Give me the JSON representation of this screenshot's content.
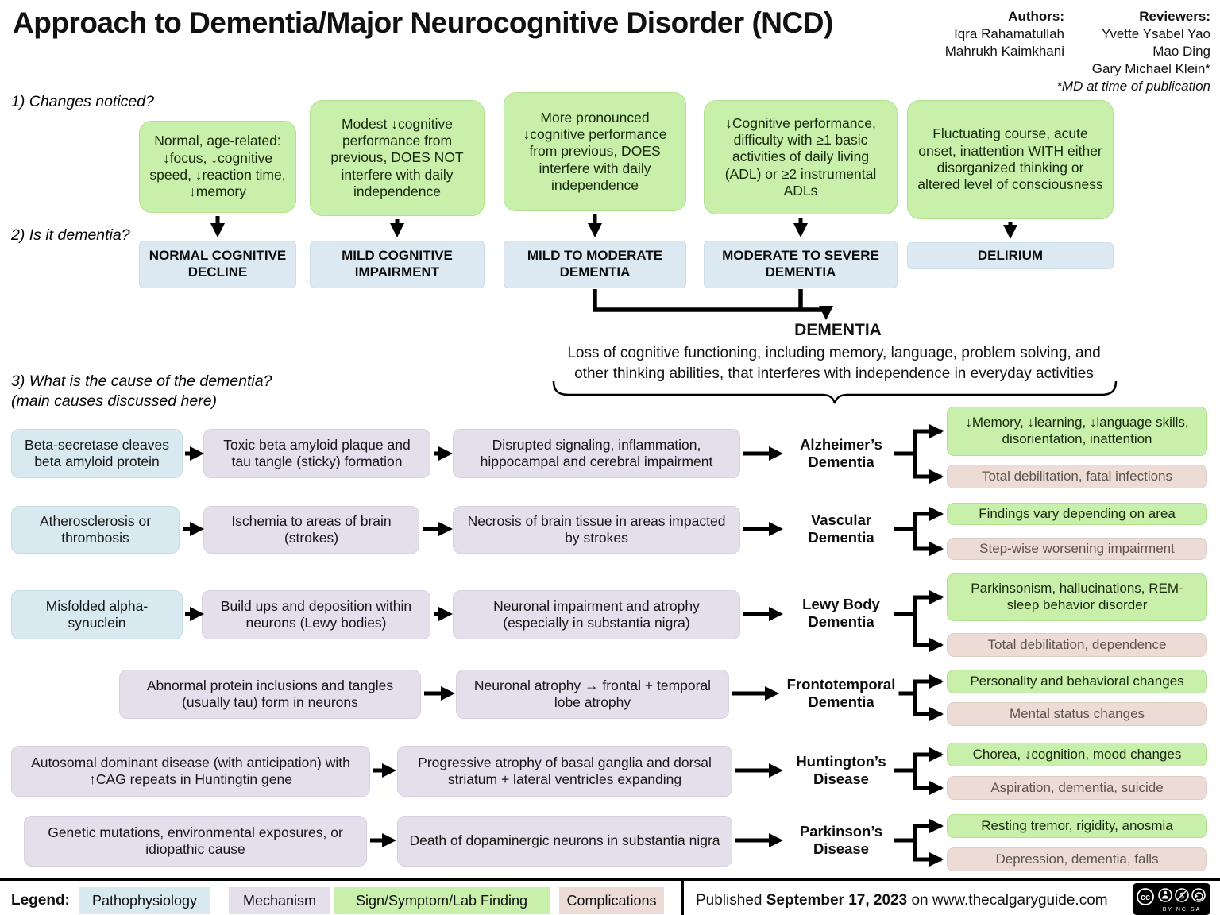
{
  "title": "Approach to Dementia/Major Neurocognitive Disorder (NCD)",
  "credits": {
    "authors_label": "Authors:",
    "authors": [
      "Iqra Rahamatullah",
      "Mahrukh Kaimkhani"
    ],
    "reviewers_label": "Reviewers:",
    "reviewers": [
      "Yvette Ysabel Yao",
      "Mao Ding",
      "Gary Michael Klein*"
    ],
    "note": "*MD at time of publication"
  },
  "questions": {
    "q1": "1) Changes noticed?",
    "q2": "2) Is it dementia?",
    "q3_line1": "3) What is the cause of the dementia?",
    "q3_line2": "(main causes discussed here)"
  },
  "stage_flow": {
    "findings": [
      "Normal, age-related: ↓focus, ↓cognitive speed, ↓reaction time, ↓memory",
      "Modest ↓cognitive performance from previous, DOES NOT interfere with daily independence",
      "More pronounced ↓cognitive performance from previous, DOES interfere with daily independence",
      "↓Cognitive performance, difficulty with ≥1 basic activities of daily living (ADL) or ≥2 instrumental ADLs",
      "Fluctuating course, acute onset, inattention WITH either disorganized thinking or altered level of consciousness"
    ],
    "stages": [
      "NORMAL COGNITIVE DECLINE",
      "MILD COGNITIVE IMPAIRMENT",
      "MILD TO MODERATE DEMENTIA",
      "MODERATE TO SEVERE DEMENTIA",
      "DELIRIUM"
    ]
  },
  "dementia": {
    "heading": "DEMENTIA",
    "definition_line1": "Loss of cognitive functioning, including memory, language, problem solving, and",
    "definition_line2": "other thinking abilities, that interferes with independence in everyday activities"
  },
  "causes": {
    "rows": [
      {
        "chain": [
          {
            "type": "pathophysiology",
            "text": "Beta-secretase cleaves beta amyloid protein"
          },
          {
            "type": "mechanism",
            "text": "Toxic beta amyloid plaque and tau tangle (sticky) formation"
          },
          {
            "type": "mechanism",
            "text": "Disrupted signaling, inflammation, hippocampal and cerebral impairment"
          }
        ],
        "diagnosis": "Alzheimer’s Dementia",
        "sign": "↓Memory, ↓learning, ↓language skills, disorientation, inattention",
        "complication": "Total debilitation, fatal infections"
      },
      {
        "chain": [
          {
            "type": "pathophysiology",
            "text": "Atherosclerosis or thrombosis"
          },
          {
            "type": "mechanism",
            "text": "Ischemia to areas of brain (strokes)"
          },
          {
            "type": "mechanism",
            "text": "Necrosis of brain tissue in areas impacted by strokes"
          }
        ],
        "diagnosis": "Vascular Dementia",
        "sign": "Findings vary depending on area",
        "complication": "Step-wise worsening impairment"
      },
      {
        "chain": [
          {
            "type": "pathophysiology",
            "text": "Misfolded alpha-synuclein"
          },
          {
            "type": "mechanism",
            "text": "Build ups and deposition within neurons (Lewy bodies)"
          },
          {
            "type": "mechanism",
            "text": "Neuronal impairment and atrophy (especially in substantia nigra)"
          }
        ],
        "diagnosis": "Lewy Body Dementia",
        "sign": "Parkinsonism, hallucinations, REM-sleep behavior disorder",
        "complication": "Total debilitation, dependence"
      },
      {
        "chain": [
          {
            "type": "mechanism",
            "text": "Abnormal protein inclusions and tangles (usually tau) form in neurons"
          },
          {
            "type": "mechanism",
            "text": "Neuronal atrophy → frontal + temporal lobe atrophy"
          }
        ],
        "diagnosis": "Frontotemporal Dementia",
        "sign": "Personality and behavioral changes",
        "complication": "Mental status changes"
      },
      {
        "chain": [
          {
            "type": "mechanism",
            "text": "Autosomal dominant disease (with anticipation) with ↑CAG repeats in Huntingtin gene"
          },
          {
            "type": "mechanism",
            "text": "Progressive atrophy of basal ganglia and dorsal striatum + lateral ventricles expanding"
          }
        ],
        "diagnosis": "Huntington’s Disease",
        "sign": "Chorea, ↓cognition, mood changes",
        "complication": "Aspiration, dementia, suicide"
      },
      {
        "chain": [
          {
            "type": "mechanism",
            "text": "Genetic mutations, environmental exposures, or idiopathic cause"
          },
          {
            "type": "mechanism",
            "text": "Death of dopaminergic neurons in substantia nigra"
          }
        ],
        "diagnosis": "Parkinson’s Disease",
        "sign": "Resting tremor, rigidity, anosmia",
        "complication": "Depression, dementia, falls"
      }
    ]
  },
  "legend": {
    "label": "Legend:",
    "items": [
      {
        "label": "Pathophysiology",
        "color": "#d9e9f0"
      },
      {
        "label": "Mechanism",
        "color": "#e5dfec"
      },
      {
        "label": "Sign/Symptom/Lab Finding",
        "color": "#c9f0ab"
      },
      {
        "label": "Complications",
        "color": "#ecdcd5"
      }
    ]
  },
  "footer": {
    "published_prefix": "Published ",
    "published_date": "September 17, 2023",
    "published_conj": " on ",
    "site": "www.thecalgaryguide.com",
    "license": {
      "cc": "cc",
      "parts": "BY  NC  SA"
    }
  },
  "colors": {
    "sign_green": "#c9f0ab",
    "stage_blue": "#dce9f2",
    "mechanism_purple": "#e5dfec",
    "complication_pink": "#ecdcd5",
    "arrow_black": "#000000"
  }
}
